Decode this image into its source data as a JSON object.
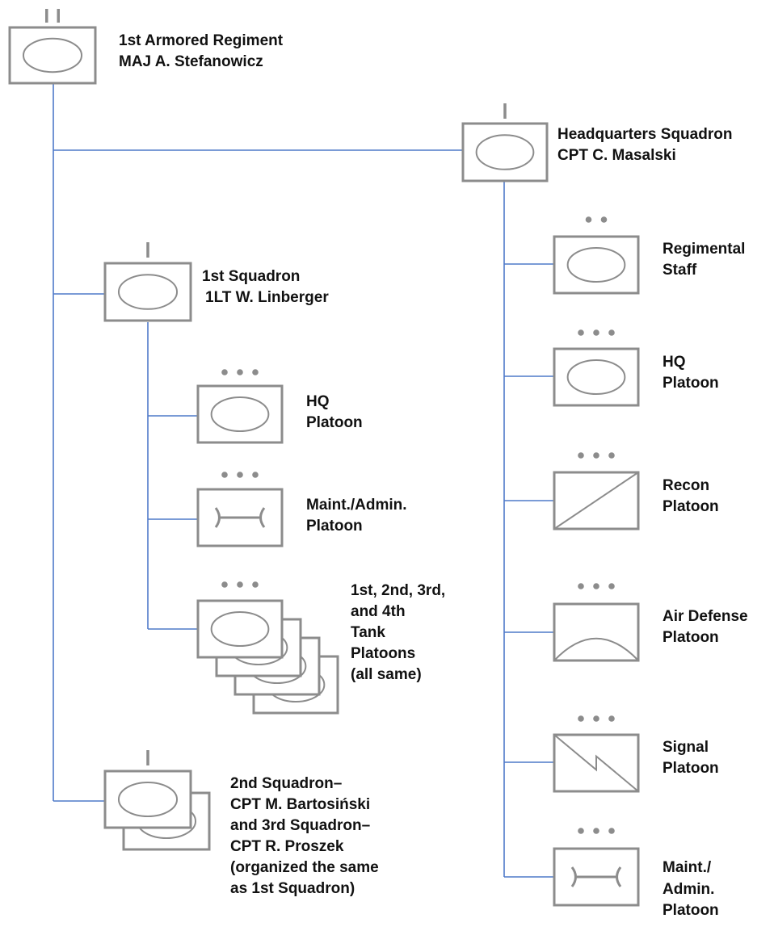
{
  "colors": {
    "connector": "#4f7ac9",
    "symbol": "#8c8c8c",
    "symbol_fill": "#ffffff",
    "text": "#111111"
  },
  "units": {
    "regiment": {
      "name": "1st Armored Regiment",
      "commander": "MAJ A. Stefanowicz",
      "echelon": "regiment",
      "symbol": "armor-icon"
    },
    "hq_squadron": {
      "name": "Headquarters Squadron",
      "commander": "CPT C. Masalski",
      "echelon": "squadron",
      "symbol": "armor-icon"
    },
    "first_squadron": {
      "name": "1st Squadron",
      "commander": "1LT W. Linberger",
      "echelon": "squadron",
      "symbol": "armor-icon"
    },
    "first_sq_hq_platoon": {
      "line1": "HQ",
      "line2": "Platoon",
      "echelon": "platoon",
      "symbol": "armor-icon"
    },
    "first_sq_maint_platoon": {
      "line1": "Maint./Admin.",
      "line2": "Platoon",
      "echelon": "platoon",
      "symbol": "maintenance-icon"
    },
    "tank_platoons": {
      "lines": [
        "1st, 2nd, 3rd,",
        "and 4th",
        "Tank",
        "Platoons",
        "(all same)"
      ],
      "echelon": "platoon",
      "symbol": "armor-icon",
      "copies": 4
    },
    "other_squadrons": {
      "lines": [
        "2nd Squadron–",
        "CPT M. Bartosiński",
        "and 3rd Squadron–",
        "CPT R. Proszek",
        "(organized the same",
        "as 1st Squadron)"
      ],
      "echelon": "squadron",
      "symbol": "armor-icon",
      "copies": 2
    },
    "regimental_staff": {
      "line1": "Regimental",
      "line2": "Staff",
      "echelon": "section",
      "symbol": "armor-icon"
    },
    "hq_platoon": {
      "line1": "HQ",
      "line2": "Platoon",
      "echelon": "platoon",
      "symbol": "armor-icon"
    },
    "recon_platoon": {
      "line1": "Recon",
      "line2": "Platoon",
      "echelon": "platoon",
      "symbol": "recon-icon"
    },
    "air_defense_platoon": {
      "line1": "Air Defense",
      "line2": "Platoon",
      "echelon": "platoon",
      "symbol": "air-defense-icon"
    },
    "signal_platoon": {
      "line1": "Signal",
      "line2": "Platoon",
      "echelon": "platoon",
      "symbol": "signal-icon"
    },
    "maint_platoon": {
      "lines": [
        "Maint./",
        "Admin.",
        "Platoon"
      ],
      "echelon": "platoon",
      "symbol": "maintenance-icon"
    }
  }
}
